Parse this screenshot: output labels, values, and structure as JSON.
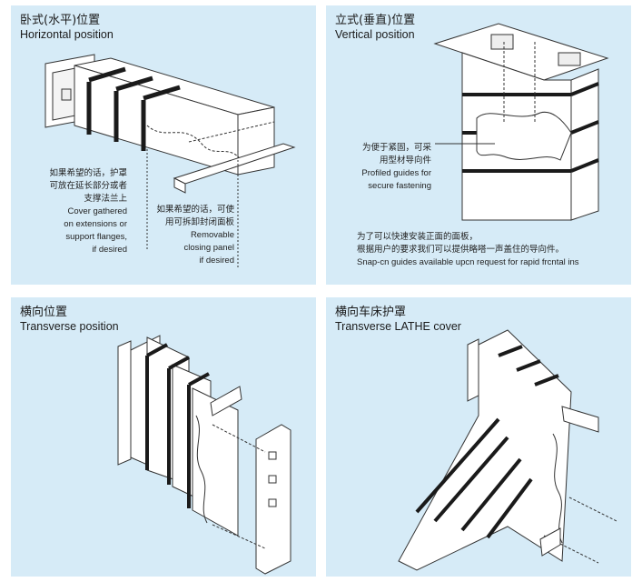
{
  "panels": [
    {
      "title_cn": "卧式(水平)位置",
      "title_en": "Horizontal position",
      "notes": [
        {
          "lines_cn": [
            "如果希望的话，护罩",
            "可放在延长部分或者",
            "支撑法兰上"
          ],
          "lines_en": [
            "Cover gathered",
            "on extensions or",
            "support flanges,",
            "if desired"
          ]
        },
        {
          "lines_cn": [
            "如果希望的话，可使",
            "用可拆卸封闭面板"
          ],
          "lines_en": [
            "Removable",
            "closing panel",
            "if desired"
          ]
        }
      ]
    },
    {
      "title_cn": "立式(垂直)位置",
      "title_en": "Vertical position",
      "notes": [
        {
          "lines_cn": [
            "为便于紧固，可采",
            "用型材导向件"
          ],
          "lines_en": [
            "Profiled guides for",
            "secure fastening"
          ]
        },
        {
          "lines_cn": [
            "为了可以快速安装正面的面板，",
            "根据用户的要求我们可以提供略嗒一声盖住的导向件。"
          ],
          "lines_en": [
            "Snap-cn guides available upcn request for rapid frcntal ins"
          ]
        }
      ]
    },
    {
      "title_cn": "横向位置",
      "title_en": "Transverse position",
      "notes": []
    },
    {
      "title_cn": "横向车床护罩",
      "title_en": "Transverse LATHE cover",
      "notes": []
    }
  ],
  "colors": {
    "panel_bg": "#d6ebf7",
    "line": "#333333",
    "dark_band": "#1a1a1a"
  }
}
